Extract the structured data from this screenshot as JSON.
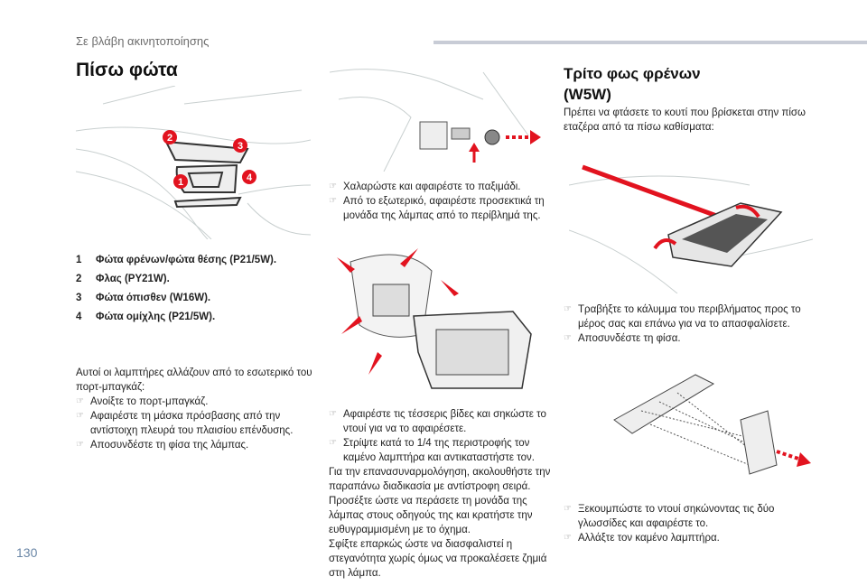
{
  "header": {
    "section": "Σε βλάβη ακινητοποίησης"
  },
  "page_number": "130",
  "left": {
    "title": "Πίσω φώτα",
    "callouts": [
      "1",
      "2",
      "3",
      "4"
    ],
    "legend": [
      {
        "n": "1",
        "text": "Φώτα φρένων/φώτα θέσης (P21/5W)."
      },
      {
        "n": "2",
        "text": "Φλας (PY21W)."
      },
      {
        "n": "3",
        "text": "Φώτα όπισθεν (W16W)."
      },
      {
        "n": "4",
        "text": "Φώτα ομίχλης (P21/5W)."
      }
    ],
    "intro": "Αυτοί οι λαμπτήρες αλλάζουν από το εσωτερικό του πορτ-μπαγκάζ:",
    "steps": [
      "Ανοίξτε το πορτ-μπαγκάζ.",
      "Αφαιρέστε τη μάσκα πρόσβασης από την αντίστοιχη πλευρά του πλαισίου επένδυσης.",
      "Αποσυνδέστε τη φίσα της λάμπας."
    ]
  },
  "middle": {
    "steps_a": [
      "Χαλαρώστε και αφαιρέστε το παξιμάδι.",
      "Από το εξωτερικό, αφαιρέστε προσεκτικά τη μονάδα της λάμπας από το περίβλημά της."
    ],
    "steps_b": [
      "Αφαιρέστε τις τέσσερις βίδες και σηκώστε το ντουί για να το αφαιρέσετε.",
      "Στρίψτε κατά το 1/4 της περιστροφής τον καμένο λαμπτήρα και αντικαταστήστε τον."
    ],
    "paras": [
      "Για την επανασυναρμολόγηση, ακολουθήστε την παραπάνω διαδικασία με αντίστροφη σειρά.",
      "Προσέξτε ώστε να περάσετε τη μονάδα της λάμπας στους οδηγούς της και κρατήστε την ευθυγραμμισμένη με το όχημα.",
      "Σφίξτε επαρκώς ώστε να διασφαλιστεί η στεγανότητα χωρίς όμως να προκαλέσετε ζημιά στη λάμπα."
    ]
  },
  "right": {
    "title_line1": "Τρίτο φως φρένων",
    "title_line2": "(W5W)",
    "intro": "Πρέπει να φτάσετε το κουτί που βρίσκεται στην πίσω εταζέρα από τα πίσω καθίσματα:",
    "steps_a": [
      "Τραβήξτε το κάλυμμα του περιβλήματος προς το μέρος σας και επάνω για να το απασφαλίσετε.",
      "Αποσυνδέστε τη φίσα."
    ],
    "steps_b": [
      "Ξεκουμπώστε το ντουί σηκώνοντας τις δύο γλωσσίδες και αφαιρέστε το.",
      "Αλλάξτε τον καμένο λαμπτήρα."
    ]
  },
  "colors": {
    "accent": "#e2131f",
    "header_bar": "#c8ccd6",
    "page_number": "#6a86a6"
  }
}
